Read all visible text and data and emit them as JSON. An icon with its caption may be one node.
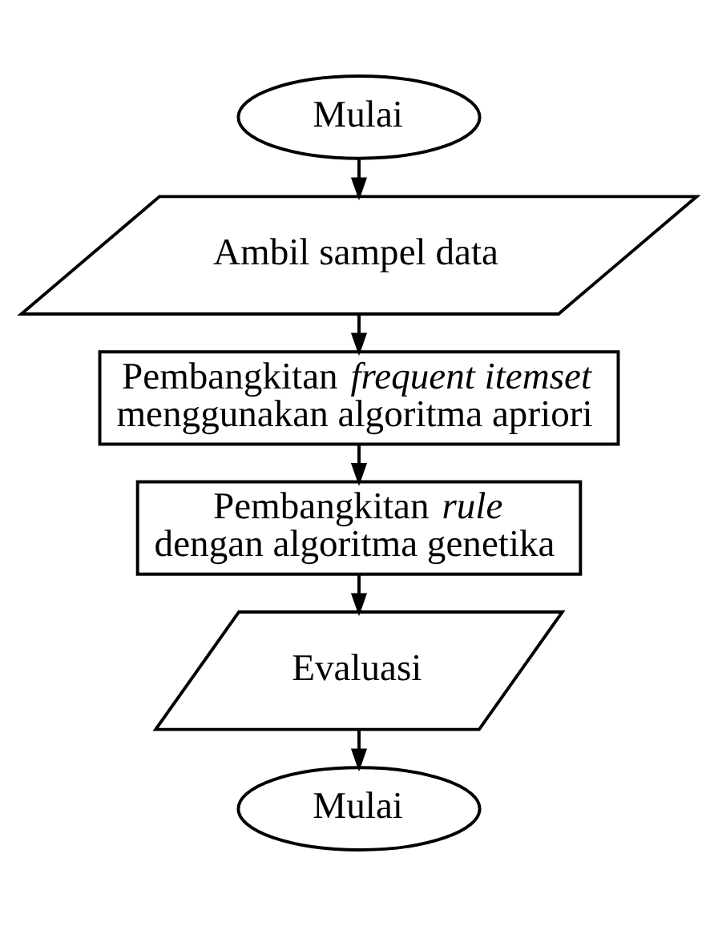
{
  "diagram": {
    "nodes": [
      {
        "text": [
          "Mulai"
        ]
      },
      {
        "text": [
          "Ambil sampel data"
        ]
      },
      {
        "text": [
          "Pembangkitan *frequent itemset* menggunakan algoritma apriori"
        ]
      },
      {
        "text": [
          "Pembangkitan *rule* dengan algoritma genetika"
        ]
      },
      {
        "text": [
          "Evaluasi"
        ]
      },
      {
        "text": [
          "Mulai"
        ]
      }
    ],
    "edges": [
      {
        "from": 0,
        "to": 1,
        "arrow": "to"
      },
      {
        "from": 1,
        "to": 2,
        "arrow": "to"
      },
      {
        "from": 2,
        "to": 3,
        "arrow": "to"
      },
      {
        "from": 3,
        "to": 4,
        "arrow": "to"
      },
      {
        "from": 4,
        "to": 5,
        "arrow": "to"
      }
    ]
  }
}
